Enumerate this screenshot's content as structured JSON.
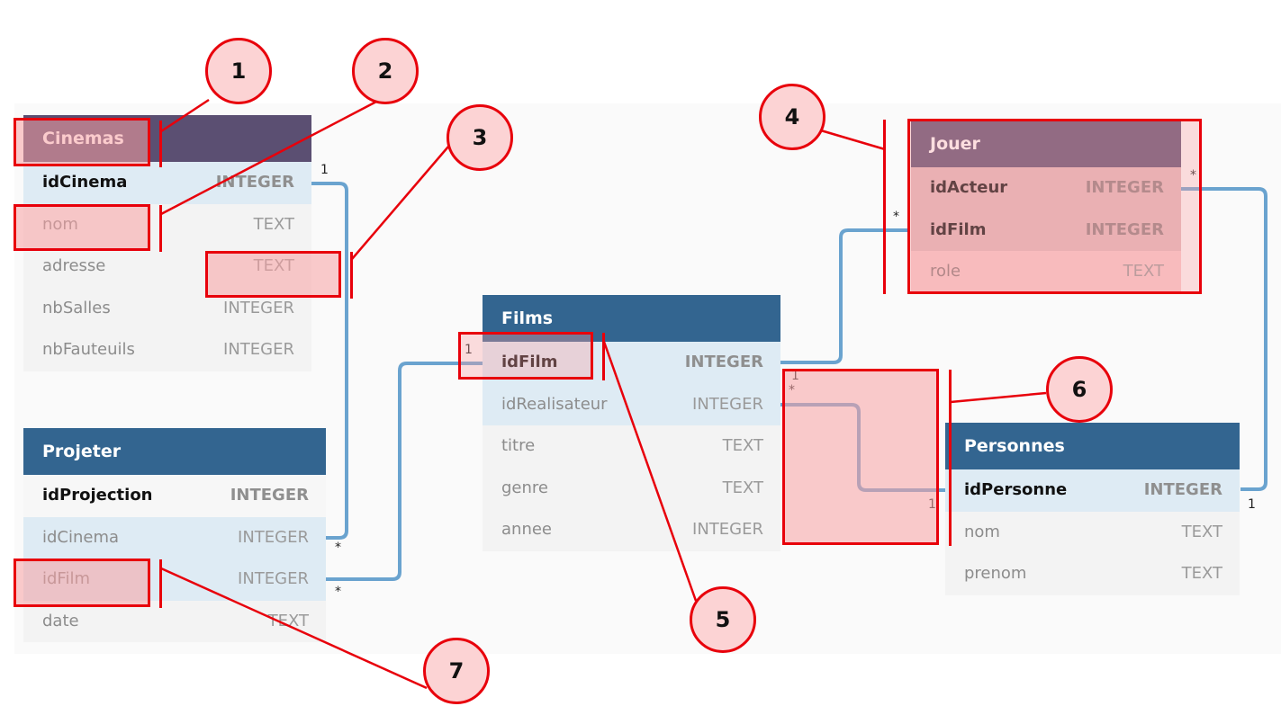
{
  "tables": {
    "cinemas": {
      "name": "Cinemas",
      "fields": [
        {
          "name": "idCinema",
          "type": "INTEGER"
        },
        {
          "name": "nom",
          "type": "TEXT"
        },
        {
          "name": "adresse",
          "type": "TEXT"
        },
        {
          "name": "nbSalles",
          "type": "INTEGER"
        },
        {
          "name": "nbFauteuils",
          "type": "INTEGER"
        }
      ]
    },
    "projeter": {
      "name": "Projeter",
      "fields": [
        {
          "name": "idProjection",
          "type": "INTEGER"
        },
        {
          "name": "idCinema",
          "type": "INTEGER"
        },
        {
          "name": "idFilm",
          "type": "INTEGER"
        },
        {
          "name": "date",
          "type": "TEXT"
        }
      ]
    },
    "films": {
      "name": "Films",
      "fields": [
        {
          "name": "idFilm",
          "type": "INTEGER"
        },
        {
          "name": "idRealisateur",
          "type": "INTEGER"
        },
        {
          "name": "titre",
          "type": "TEXT"
        },
        {
          "name": "genre",
          "type": "TEXT"
        },
        {
          "name": "annee",
          "type": "INTEGER"
        }
      ]
    },
    "jouer": {
      "name": "Jouer",
      "fields": [
        {
          "name": "idActeur",
          "type": "INTEGER"
        },
        {
          "name": "idFilm",
          "type": "INTEGER"
        },
        {
          "name": "role",
          "type": "TEXT"
        }
      ]
    },
    "personnes": {
      "name": "Personnes",
      "fields": [
        {
          "name": "idPersonne",
          "type": "INTEGER"
        },
        {
          "name": "nom",
          "type": "TEXT"
        },
        {
          "name": "prenom",
          "type": "TEXT"
        }
      ]
    }
  },
  "cardinalities": {
    "one": "1",
    "many": "*"
  },
  "callouts": [
    "1",
    "2",
    "3",
    "4",
    "5",
    "6",
    "7"
  ],
  "colors": {
    "header": "#336590",
    "header_alt": "#5b4f72",
    "link": "#6aa3cf",
    "annotation": "#e8000b"
  }
}
